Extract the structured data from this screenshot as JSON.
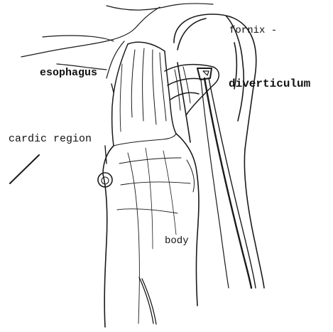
{
  "labels": {
    "fornix": "fornix -",
    "esophagus": "esophagus",
    "diverticulum": "diverticulum",
    "cardic_region": "cardic region",
    "body": "body"
  },
  "colors": {
    "ink": "#1a1a1a",
    "background": "#ffffff"
  }
}
